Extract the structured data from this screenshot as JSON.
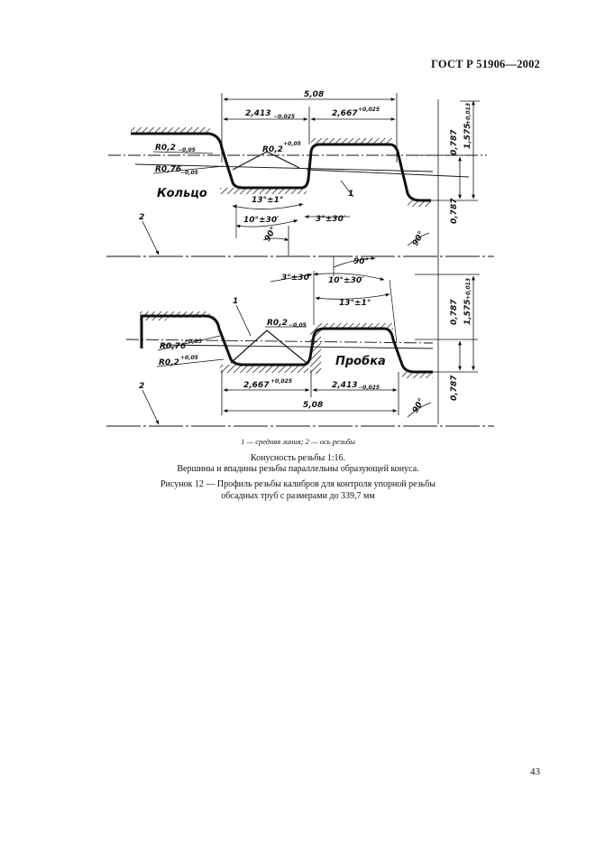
{
  "header": {
    "standard": "ГОСТ Р 51906—2002"
  },
  "drawing": {
    "ring_label": "Кольцо",
    "plug_label": "Пробка",
    "dims": {
      "pitch": "5,08",
      "d1": "2,413",
      "d1_tol": "−0,025",
      "d2": "2,667",
      "d2_tol": "+0,025",
      "r02": "R0,2",
      "r02_tol_plus": "+0,05",
      "r02_tol_minus": "−0,05",
      "r076": "R0,76",
      "r076_tol_minus": "−0,05",
      "r076_tol_plus": "+0,05",
      "ang13": "13°±1°",
      "ang10": "10°±30′",
      "ang3": "3°±30′",
      "ang90": "90°",
      "h0787": "0,787",
      "h1575": "1,575",
      "h1575_tol": "+0,013",
      "callout1": "1",
      "callout2": "2"
    }
  },
  "legend": "1 — средняя линия; 2 — ось резьбы",
  "caption": {
    "line1": "Конусность резьбы 1:16.",
    "line2": "Вершины и впадины резьбы параллельны образующей конуса.",
    "line3": "Рисунок 12 — Профиль резьбы калибров для контроля упорной резьбы",
    "line4": "обсадных труб с размерами до 339,7 мм"
  },
  "page": {
    "number": "43"
  }
}
